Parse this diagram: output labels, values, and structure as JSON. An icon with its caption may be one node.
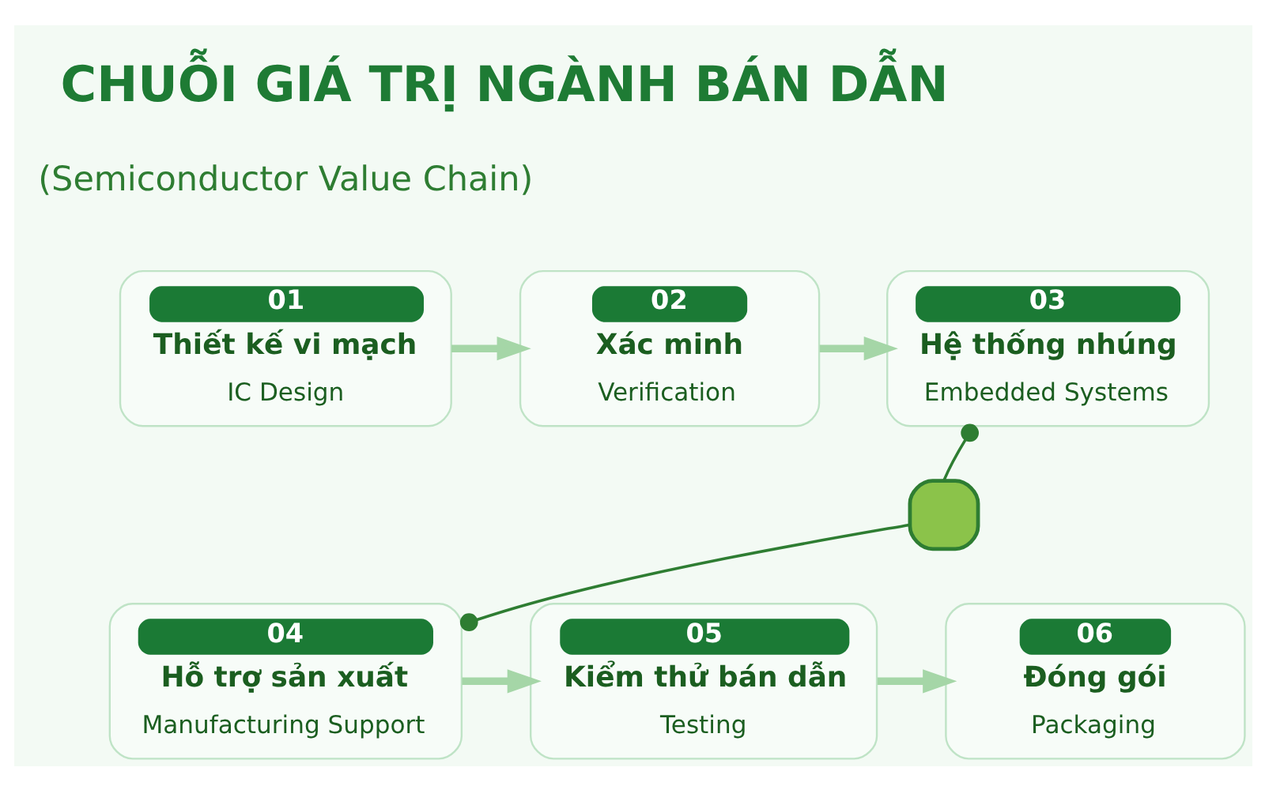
{
  "diagram": {
    "title": "CHUỖI GIÁ TRỊ NGÀNH BÁN DẪN",
    "nodes": [
      {
        "text": [
          "01",
          "Thiết kế vi mạch",
          "IC Design"
        ]
      },
      {
        "text": [
          "02",
          "Xác minh",
          "Verification"
        ]
      },
      {
        "text": [
          "03",
          "Hệ thống nhúng",
          "Embedded Systems"
        ]
      },
      {
        "text": [
          "04",
          "Hỗ trợ sản xuất",
          "Manufacturing Support"
        ]
      },
      {
        "text": [
          "05",
          "Kiểm thử bán dẫn",
          "Testing"
        ]
      },
      {
        "text": [
          "06",
          "Đóng gói",
          "Packaging"
        ]
      },
      {
        "text": [],
        "shape": "box"
      }
    ],
    "edges": [
      {
        "from": 0,
        "to": 1,
        "arrow": "to"
      },
      {
        "from": 1,
        "to": 2,
        "arrow": "to"
      },
      {
        "from": 2,
        "to": 6,
        "arrow": "other",
        "color": "#2e7d32"
      },
      {
        "from": 3,
        "to": 6,
        "arrow": "other",
        "color": "#2e7d32"
      },
      {
        "from": 3,
        "to": 4,
        "arrow": "to"
      },
      {
        "from": 4,
        "to": 5,
        "arrow": "to"
      }
    ],
    "labels": [
      "(Semiconductor Value Chain)"
    ]
  }
}
